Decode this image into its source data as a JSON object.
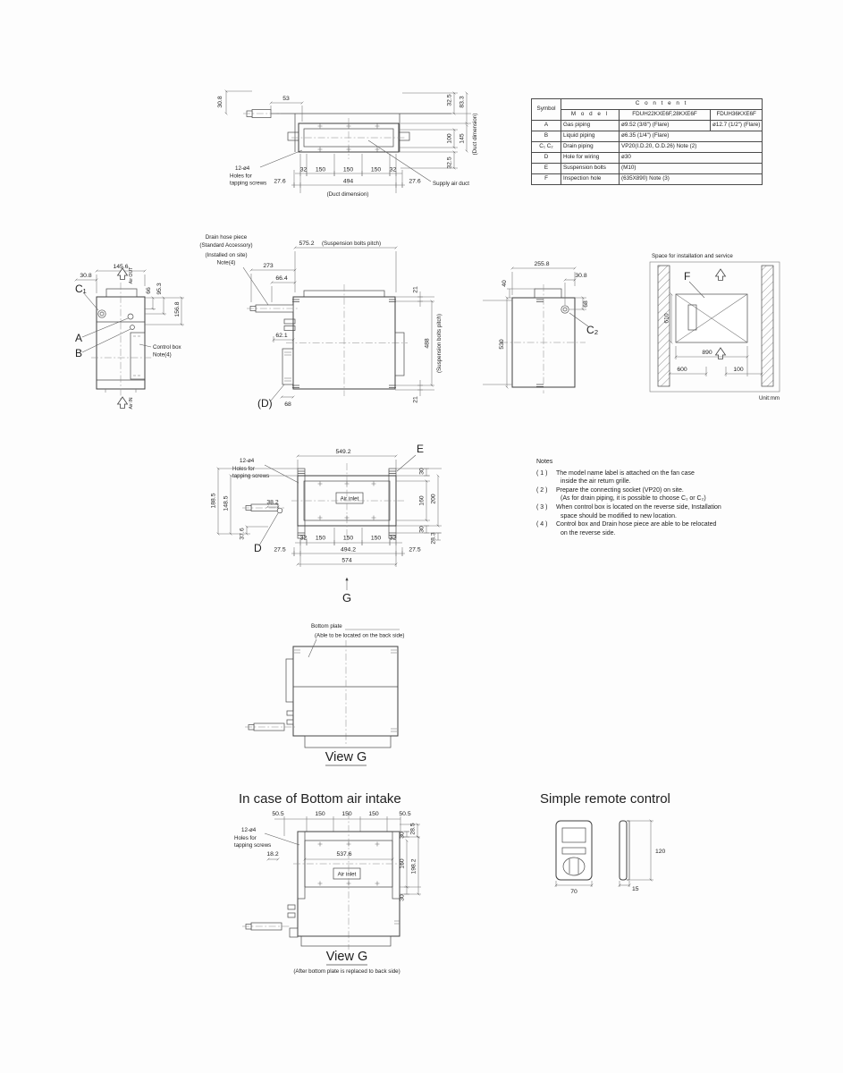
{
  "fv": {
    "d30_8": "30.8",
    "d53": "53",
    "d32_5_top": "32.5",
    "d83_3": "83.3",
    "d100": "100",
    "d145": "145",
    "d32_5_bot": "32.5",
    "duct_dim_right": "(Duct dimension)",
    "d32_l": "32",
    "d150_1": "150",
    "d150_2": "150",
    "d150_3": "150",
    "d32_r": "32",
    "d27_6_l": "27.6",
    "d494": "494",
    "d27_6_r": "27.6",
    "duct_dim_bottom": "(Duct dimension)",
    "holes_l1": "12-ø4",
    "holes_l2": "Holes for",
    "holes_l3": "tapping screws",
    "supply_duct": "Supply air duct"
  },
  "table": {
    "symbol": "Symbol",
    "content": "C o n t e n t",
    "model": "M o d e l",
    "model1": "FDUH22KXE6F,28KXE6F",
    "model2": "FDUH36KXE6F",
    "rows": [
      {
        "sym": "A",
        "name": "Gas piping",
        "v1": "ø9.52 (3/8\") (Flare)",
        "v2": "ø12.7 (1/2\") (Flare)"
      },
      {
        "sym": "B",
        "name": "Liquid piping",
        "v1": "ø6.35 (1/4\") (Flare)"
      },
      {
        "sym": "C₁ C₂",
        "name": "Drain piping",
        "v1": "VP20(I.D.20, O.D.26) Note (2)"
      },
      {
        "sym": "D",
        "name": "Hole for wiring",
        "v1": "ø30"
      },
      {
        "sym": "E",
        "name": "Suspension bolts",
        "v1": "(M10)"
      },
      {
        "sym": "F",
        "name": "Inspection hole",
        "v1": "(635X890) Note (3)"
      }
    ]
  },
  "svl": {
    "d145_6": "145.6",
    "d30_8": "30.8",
    "d66": "66",
    "d95_3": "95.3",
    "d156_8": "156.8",
    "c1": "C₁",
    "a": "A",
    "b": "B",
    "control1": "Control box",
    "control2": "Note(4)",
    "air_top": "Air OUT",
    "air_bottom": "Air IN"
  },
  "tv": {
    "drain1": "Drain hose piece",
    "drain2": "(Standard Accessory)",
    "drain3": "(Installed on site)",
    "drain4": "Note(4)",
    "d273": "273",
    "d66_4": "66.4",
    "d575_2": "575.2",
    "susp_top": "(Suspension bolts pitch)",
    "d21_top": "21",
    "d488": "488",
    "susp_right": "(Suspension bolts pitch)",
    "d21_bot": "21",
    "d62_1": "62.1",
    "dD": "(D)",
    "d68": "68"
  },
  "svr": {
    "d255_8": "255.8",
    "d30_8": "30.8",
    "d40": "40",
    "d68": "68",
    "d530": "530",
    "c2": "C₂"
  },
  "space": {
    "title": "Space for installation and service",
    "f": "F",
    "d610": "610",
    "d890": "890",
    "d600": "600",
    "d100": "100",
    "unit": "Unit:mm"
  },
  "bv": {
    "d549_2": "549.2",
    "e": "E",
    "holes1": "12-ø4",
    "holes2": "Holes for",
    "holes3": "tapping screws",
    "d188_5": "188.5",
    "d148_5": "148.5",
    "d38_2": "38.2",
    "d37_6": "37.6",
    "dD": "D",
    "air_inlet": "Air inlet",
    "r30_t": "30",
    "r160": "160",
    "r200": "200",
    "r30_b": "30",
    "r28_3": "28.3",
    "b32_l": "32",
    "b150_1": "150",
    "b150_2": "150",
    "b150_3": "150",
    "b32_r": "32",
    "b27_5_l": "27.5",
    "b494_2": "494.2",
    "b27_5_r": "27.5",
    "b574": "574",
    "g": "G"
  },
  "notes": {
    "title": "Notes",
    "items": [
      {
        "n": "( 1 )",
        "l1": "The model name label is attached on the fan case",
        "l2": "inside the air return grille."
      },
      {
        "n": "( 2 )",
        "l1": "Prepare the connecting socket (VP20) on site.",
        "l2": "(As for drain piping, it is possible to choose C₁ or C₂)"
      },
      {
        "n": "( 3 )",
        "l1": "When control box is located on the reverse side, Installation",
        "l2": "space should be modified to new location."
      },
      {
        "n": "( 4 )",
        "l1": "Control box and Drain hose piece are able to be relocated",
        "l2": "on the reverse side."
      }
    ]
  },
  "vg1": {
    "plate1": "Bottom plate",
    "plate2": "(Able to be located on the back side)",
    "title": "View G"
  },
  "bi": {
    "heading": "In case of Bottom air intake",
    "t50_l": "50.5",
    "t150_1": "150",
    "t150_2": "150",
    "t150_3": "150",
    "t50_r": "50.5",
    "r28_5": "28.5",
    "r30_t": "30",
    "r160": "160",
    "r198_2": "198.2",
    "r30_b": "30",
    "holes1": "12-ø4",
    "holes2": "Holes for",
    "holes3": "tapping screws",
    "d18_2": "18.2",
    "d537_6": "537.6",
    "air_inlet": "Air inlet",
    "title": "View G",
    "caption": "(After bottom plate is replaced to back side)"
  },
  "rc": {
    "heading": "Simple remote control",
    "d70": "70",
    "d15": "15",
    "d120": "120"
  }
}
